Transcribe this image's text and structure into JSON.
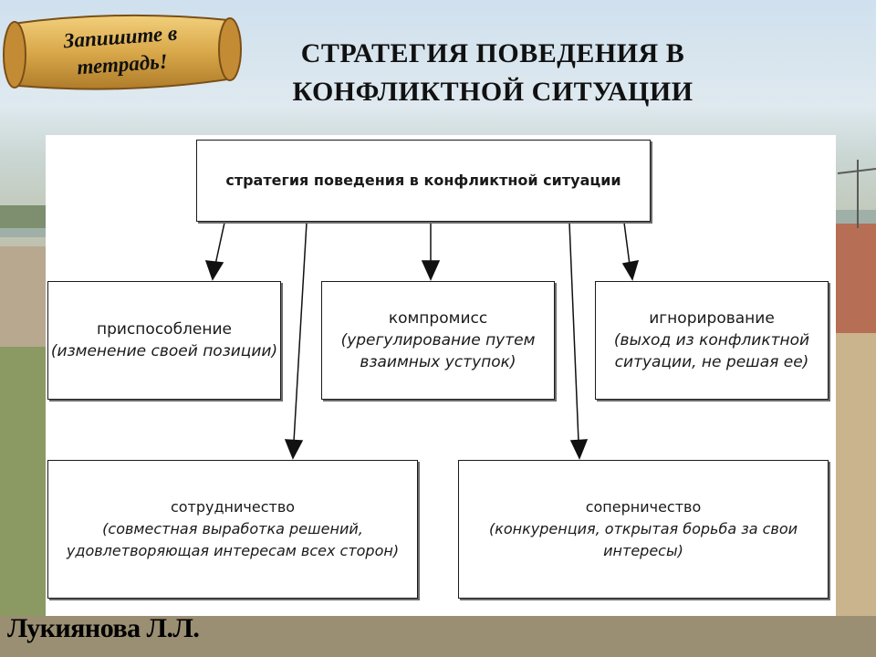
{
  "slide": {
    "title_line1": "СТРАТЕГИЯ ПОВЕДЕНИЯ В",
    "title_line2": "КОНФЛИКТНОЙ СИТУАЦИИ",
    "banner_line1": "Запишите в",
    "banner_line2": "тетрадь!",
    "author": "Лукиянова Л.Л."
  },
  "diagram": {
    "root": "стратегия поведения в конфликтной ситуации",
    "nodes": [
      {
        "name": "приспособление",
        "desc": [
          "(изменение своей позиции)"
        ]
      },
      {
        "name": "компромисс",
        "desc": [
          "(урегулирование путем",
          "взаимных уступок)"
        ]
      },
      {
        "name": "игнорирование",
        "desc": [
          "(выход из конфликтной",
          "ситуации, не решая ее)"
        ]
      },
      {
        "name": "сотрудничество",
        "desc": [
          "(совместная выработка решений,",
          "удовлетворяющая интересам всех сторон)"
        ]
      },
      {
        "name": "соперничество",
        "desc": [
          "(конкуренция, открытая борьба за свои",
          "интересы)"
        ]
      }
    ]
  }
}
